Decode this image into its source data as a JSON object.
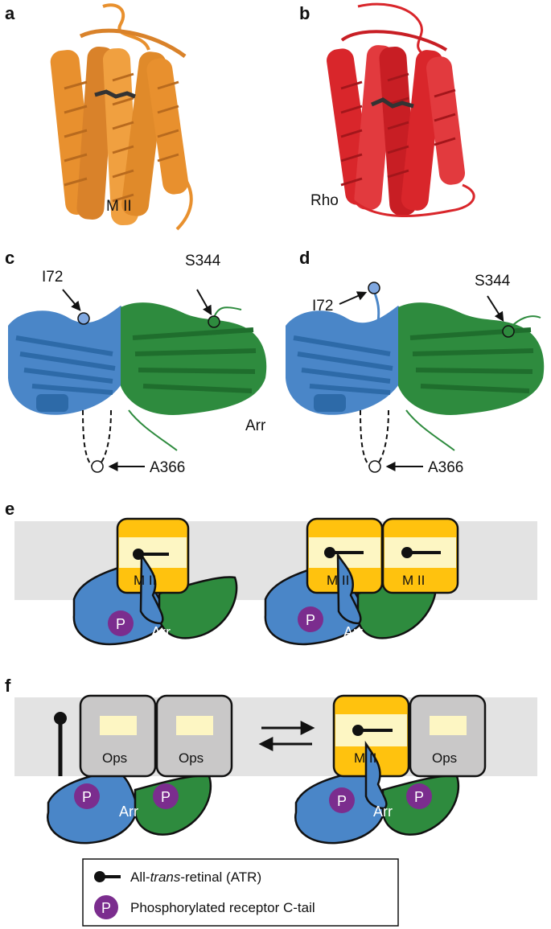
{
  "panels": {
    "a": "a",
    "b": "b",
    "c": "c",
    "d": "d",
    "e": "e",
    "f": "f"
  },
  "structures": {
    "a_label": "M II",
    "b_label": "Rho",
    "c_res_i72": "I72",
    "c_res_s344": "S344",
    "c_res_a366": "A366",
    "c_arr": "Arr",
    "d_res_i72": "I72",
    "d_res_s344": "S344",
    "d_res_a366": "A366"
  },
  "schematic_e": {
    "mii": "M II",
    "arr": "Arr",
    "p": "P"
  },
  "schematic_f": {
    "ops": "Ops",
    "mii": "M II",
    "arr": "Arr",
    "p": "P"
  },
  "legend": {
    "atr_pre": "All-",
    "atr_italic": "trans",
    "atr_post": "-retinal (ATR)",
    "p_symbol": "P",
    "p_label": "Phosphorylated receptor C-tail"
  },
  "colors": {
    "mii_orange": "#E8902E",
    "rho_red": "#D9262B",
    "arrestin_blue": "#4A86C8",
    "arrestin_green": "#2E8B3E",
    "membrane_gray": "#E3E3E3",
    "receptor_yellow": "#FFC20E",
    "retinal_pocket": "#FDF6C3",
    "ops_gray": "#C9C8C8",
    "phospho_purple": "#7B2D8E"
  }
}
